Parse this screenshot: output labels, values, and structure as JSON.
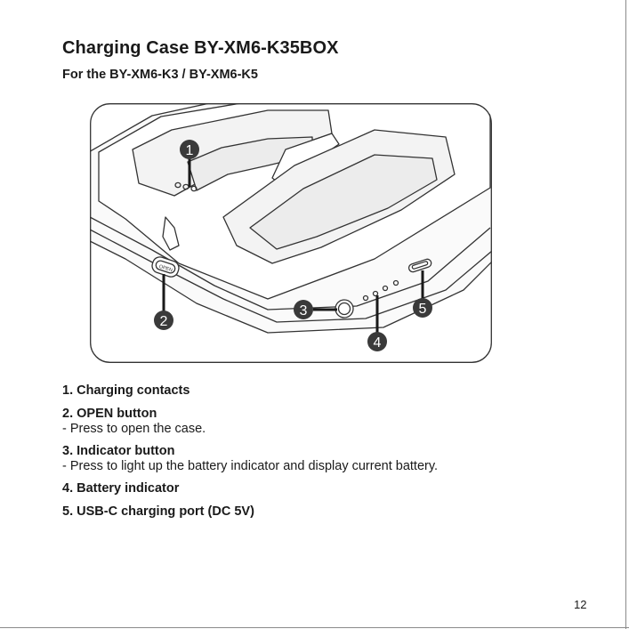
{
  "header": {
    "title": "Charging Case BY-XM6-K35BOX",
    "subtitle": "For the BY-XM6-K3 / BY-XM6-K5"
  },
  "figure": {
    "callouts": [
      "1",
      "2",
      "3",
      "4",
      "5"
    ],
    "button_label": "OPEN"
  },
  "items": [
    {
      "title": "1. Charging contacts",
      "desc": ""
    },
    {
      "title": "2. OPEN button",
      "desc": "- Press to open the case."
    },
    {
      "title": "3. Indicator button",
      "desc": "- Press to light up the battery indicator and display current battery."
    },
    {
      "title": "4. Battery indicator",
      "desc": ""
    },
    {
      "title": "5. USB-C charging port (DC 5V)",
      "desc": ""
    }
  ],
  "footer": {
    "page_number": "12"
  }
}
